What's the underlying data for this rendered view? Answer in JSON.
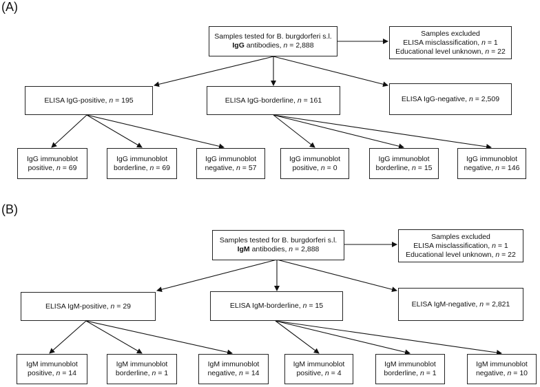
{
  "panels": [
    {
      "label": "(A)",
      "root": {
        "line1": "Samples tested for B. burgdorferi s.l.",
        "bold": "IgG",
        "line2a": " antibodies, ",
        "n": "n",
        "line2b": " = 2,888"
      },
      "excluded": {
        "title": "Samples excluded",
        "l1a": "ELISA misclassification, ",
        "l1n": "n",
        "l1b": " = 1",
        "l2a": "Educational level unknown, ",
        "l2n": "n",
        "l2b": " = 22"
      },
      "elisa_pos": {
        "pre": "ELISA IgG-positive, ",
        "n": "n",
        "post": " = 195"
      },
      "elisa_border": {
        "pre": "ELISA IgG-borderline, ",
        "n": "n",
        "post": " = 161"
      },
      "elisa_neg": {
        "pre": "ELISA IgG-negative, ",
        "n": "n",
        "post": " = 2,509"
      },
      "blots": [
        {
          "l1": "IgG immunoblot",
          "l2a": "positive, ",
          "n": "n",
          "l2b": " = 69"
        },
        {
          "l1": "IgG immunoblot",
          "l2a": "borderline, ",
          "n": "n",
          "l2b": " = 69"
        },
        {
          "l1": "IgG immunoblot",
          "l2a": "negative, ",
          "n": "n",
          "l2b": " = 57"
        },
        {
          "l1": "IgG immunoblot",
          "l2a": "positive, ",
          "n": "n",
          "l2b": " = 0"
        },
        {
          "l1": "IgG immunoblot",
          "l2a": "borderline, ",
          "n": "n",
          "l2b": " = 15"
        },
        {
          "l1": "IgG immunoblot",
          "l2a": "negative, ",
          "n": "n",
          "l2b": " = 146"
        }
      ]
    },
    {
      "label": "(B)",
      "root": {
        "line1": "Samples tested for B. burgdorferi s.l.",
        "bold": "IgM",
        "line2a": " antibodies, ",
        "n": "n",
        "line2b": " = 2,888"
      },
      "excluded": {
        "title": "Samples excluded",
        "l1a": "ELISA misclassification, ",
        "l1n": "n",
        "l1b": " = 1",
        "l2a": "Educational level unknown, ",
        "l2n": "n",
        "l2b": " = 22"
      },
      "elisa_pos": {
        "pre": "ELISA IgM-positive, ",
        "n": "n",
        "post": " = 29"
      },
      "elisa_border": {
        "pre": "ELISA IgM-borderline, ",
        "n": "n",
        "post": " = 15"
      },
      "elisa_neg": {
        "pre": "ELISA IgM-negative, ",
        "n": "n",
        "post": " = 2,821"
      },
      "blots": [
        {
          "l1": "IgM immunoblot",
          "l2a": "positive, ",
          "n": "n",
          "l2b": " = 14"
        },
        {
          "l1": "IgM immunoblot",
          "l2a": "borderline, ",
          "n": "n",
          "l2b": " = 1"
        },
        {
          "l1": "IgM immunoblot",
          "l2a": "negative, ",
          "n": "n",
          "l2b": " = 14"
        },
        {
          "l1": "IgM immunoblot",
          "l2a": "positive, ",
          "n": "n",
          "l2b": " = 4"
        },
        {
          "l1": "IgM immunoblot",
          "l2a": "borderline, ",
          "n": "n",
          "l2b": " = 1"
        },
        {
          "l1": "IgM immunoblot",
          "l2a": "negative, ",
          "n": "n",
          "l2b": " = 10"
        }
      ]
    }
  ]
}
